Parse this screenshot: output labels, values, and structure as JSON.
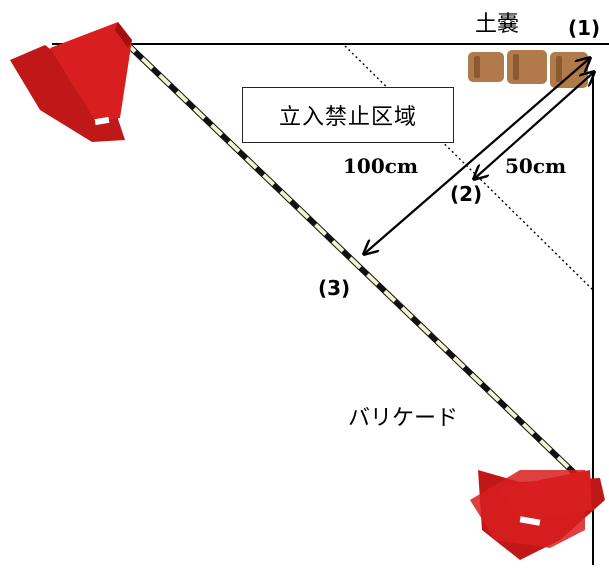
{
  "labels": {
    "sandbag": "土嚢",
    "point_1": "(1)",
    "point_2": "(2)",
    "point_3": "(3)",
    "dist_100": "100cm",
    "dist_50": "50cm",
    "restricted_area": "立入禁止区域",
    "barricade": "バリケード"
  },
  "colors": {
    "cone": "#d81e1e",
    "cone_shade": "#a50f0f",
    "sandbag": "#b07a4a",
    "pole_light": "#f3f3cc",
    "pole_dark": "#111111"
  }
}
